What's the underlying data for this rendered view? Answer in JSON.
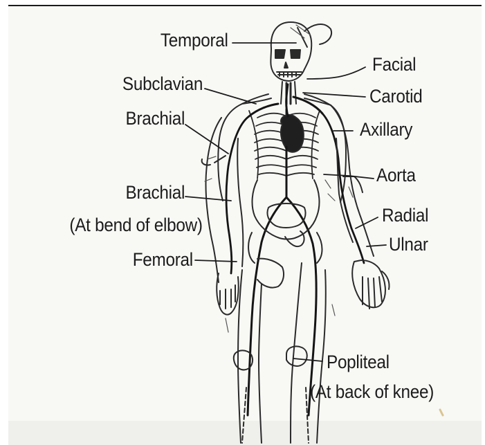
{
  "labels": {
    "temporal": "Temporal",
    "facial": "Facial",
    "subclavian": "Subclavian",
    "carotid": "Carotid",
    "brachial": "Brachial",
    "axillary": "Axillary",
    "aorta": "Aorta",
    "brachial_elbow": "Brachial",
    "brachial_elbow_note": "(At bend of elbow)",
    "radial": "Radial",
    "ulnar": "Ulnar",
    "femoral": "Femoral",
    "popliteal": "Popliteal",
    "popliteal_note": "(At back of knee)"
  },
  "colors": {
    "ink": "#1c1c1c",
    "paper": "#f8f8f5",
    "page": "#ffffff"
  }
}
